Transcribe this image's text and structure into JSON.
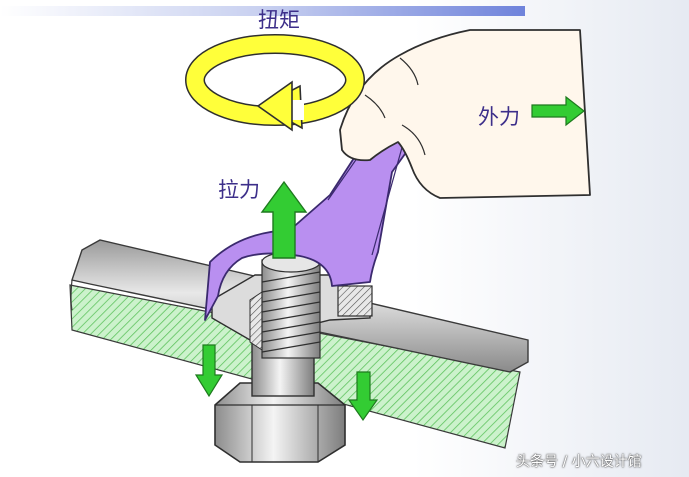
{
  "labels": {
    "torque": "扭矩",
    "external_force": "外力",
    "tension": "拉力"
  },
  "watermark": "头条号 / 小六设计馆",
  "colors": {
    "arrow_green": "#33cc33",
    "wrench_purple": "#b58ee6",
    "torque_ring_yellow": "#ffff33",
    "hand_skin": "#fff5ea",
    "plate_hatch_green": "#9fe09f",
    "bolt_gray": "#c8c8c8",
    "title_bar_blue": "#7b8fe0"
  },
  "icons": [
    "torque-ring-arrow",
    "external-force-arrow",
    "tension-arrow",
    "down-arrow-left",
    "down-arrow-right"
  ]
}
